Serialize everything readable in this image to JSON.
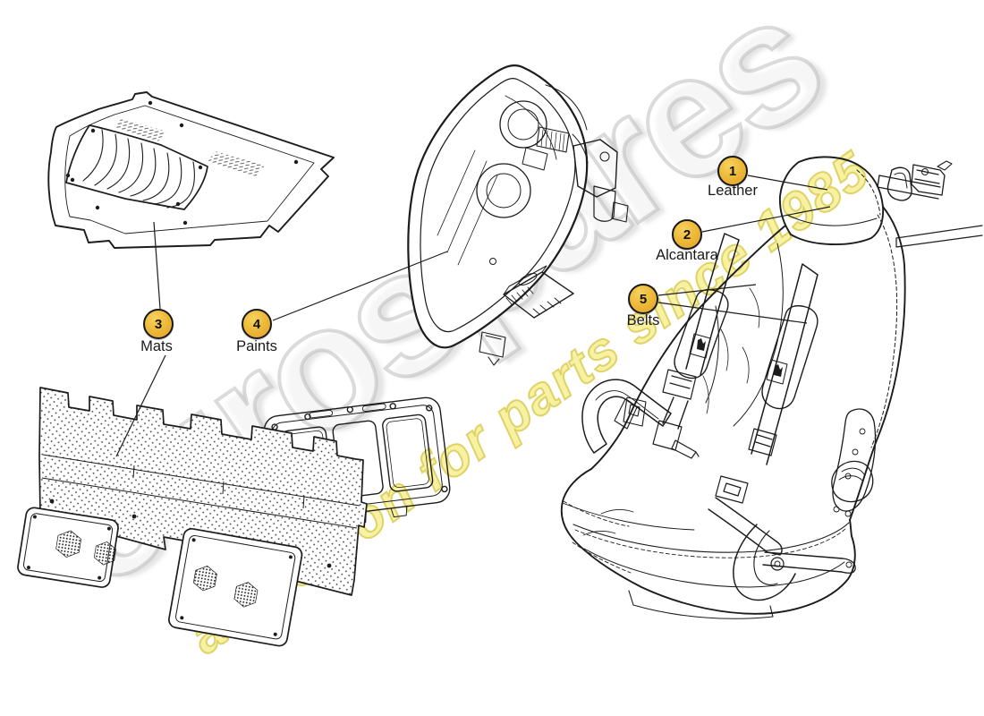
{
  "page": {
    "background_color": "#ffffff",
    "line_color": "#1c1c1c"
  },
  "watermark": {
    "brand": "eurospares",
    "tagline": "a passion for parts since 1985",
    "brand_outline_color": "#bdbdbd",
    "tagline_fill_color": "#f6f096",
    "tagline_outline_color": "#d6c646"
  },
  "callout_style": {
    "fill": "#eebb3a",
    "border": "#181818",
    "number_color": "#111111",
    "label_color": "#1a1a1a"
  },
  "callouts": [
    {
      "number": "1",
      "label": "Leather"
    },
    {
      "number": "2",
      "label": "Alcantara"
    },
    {
      "number": "3",
      "label": "Mats"
    },
    {
      "number": "4",
      "label": "Paints"
    },
    {
      "number": "5",
      "label": "Belts"
    }
  ],
  "parts": [
    {
      "id": "floor-mat"
    },
    {
      "id": "headlight"
    },
    {
      "id": "sound-insulation-panel"
    },
    {
      "id": "heel-plates"
    },
    {
      "id": "gasket-frame"
    },
    {
      "id": "racing-seat-with-harness"
    }
  ]
}
